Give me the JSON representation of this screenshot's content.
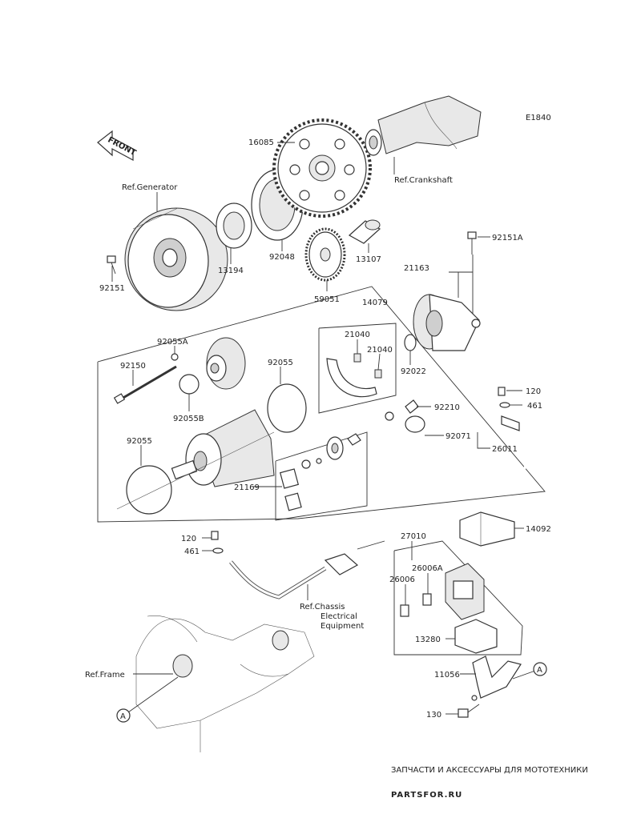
{
  "diagram_code": "E1840",
  "front_label": "FRONT",
  "refs": {
    "generator": "Ref.Generator",
    "crankshaft": "Ref.Crankshaft",
    "chassis_1": "Ref.Chassis",
    "chassis_2": "Electrical",
    "chassis_3": "Equipment",
    "frame": "Ref.Frame"
  },
  "callout_letter": "A",
  "parts": {
    "p16085": "16085",
    "p13194": "13194",
    "p92048": "92048",
    "p13107": "13107",
    "p92151": "92151",
    "p92151A": "92151A",
    "p59051": "59051",
    "p21163": "21163",
    "p14079": "14079",
    "p21040a": "21040",
    "p21040b": "21040",
    "p92022": "92022",
    "p92055A": "92055A",
    "p92150": "92150",
    "p92055top": "92055",
    "p92055B": "92055B",
    "p92055left": "92055",
    "p92210": "92210",
    "p120a": "120",
    "p461a": "461",
    "p92071": "92071",
    "p26011": "26011",
    "p21169": "21169",
    "p14092": "14092",
    "p120b": "120",
    "p461b": "461",
    "p27010": "27010",
    "p26006A": "26006A",
    "p26006": "26006",
    "p13280": "13280",
    "p11056": "11056",
    "p130": "130"
  },
  "watermark": {
    "line1": "ЗАПЧАСТИ И АКСЕССУАРЫ ДЛЯ МОТОТЕХНИКИ",
    "line2": "PARTSFOR.RU",
    "color": "#e8a3a8"
  }
}
